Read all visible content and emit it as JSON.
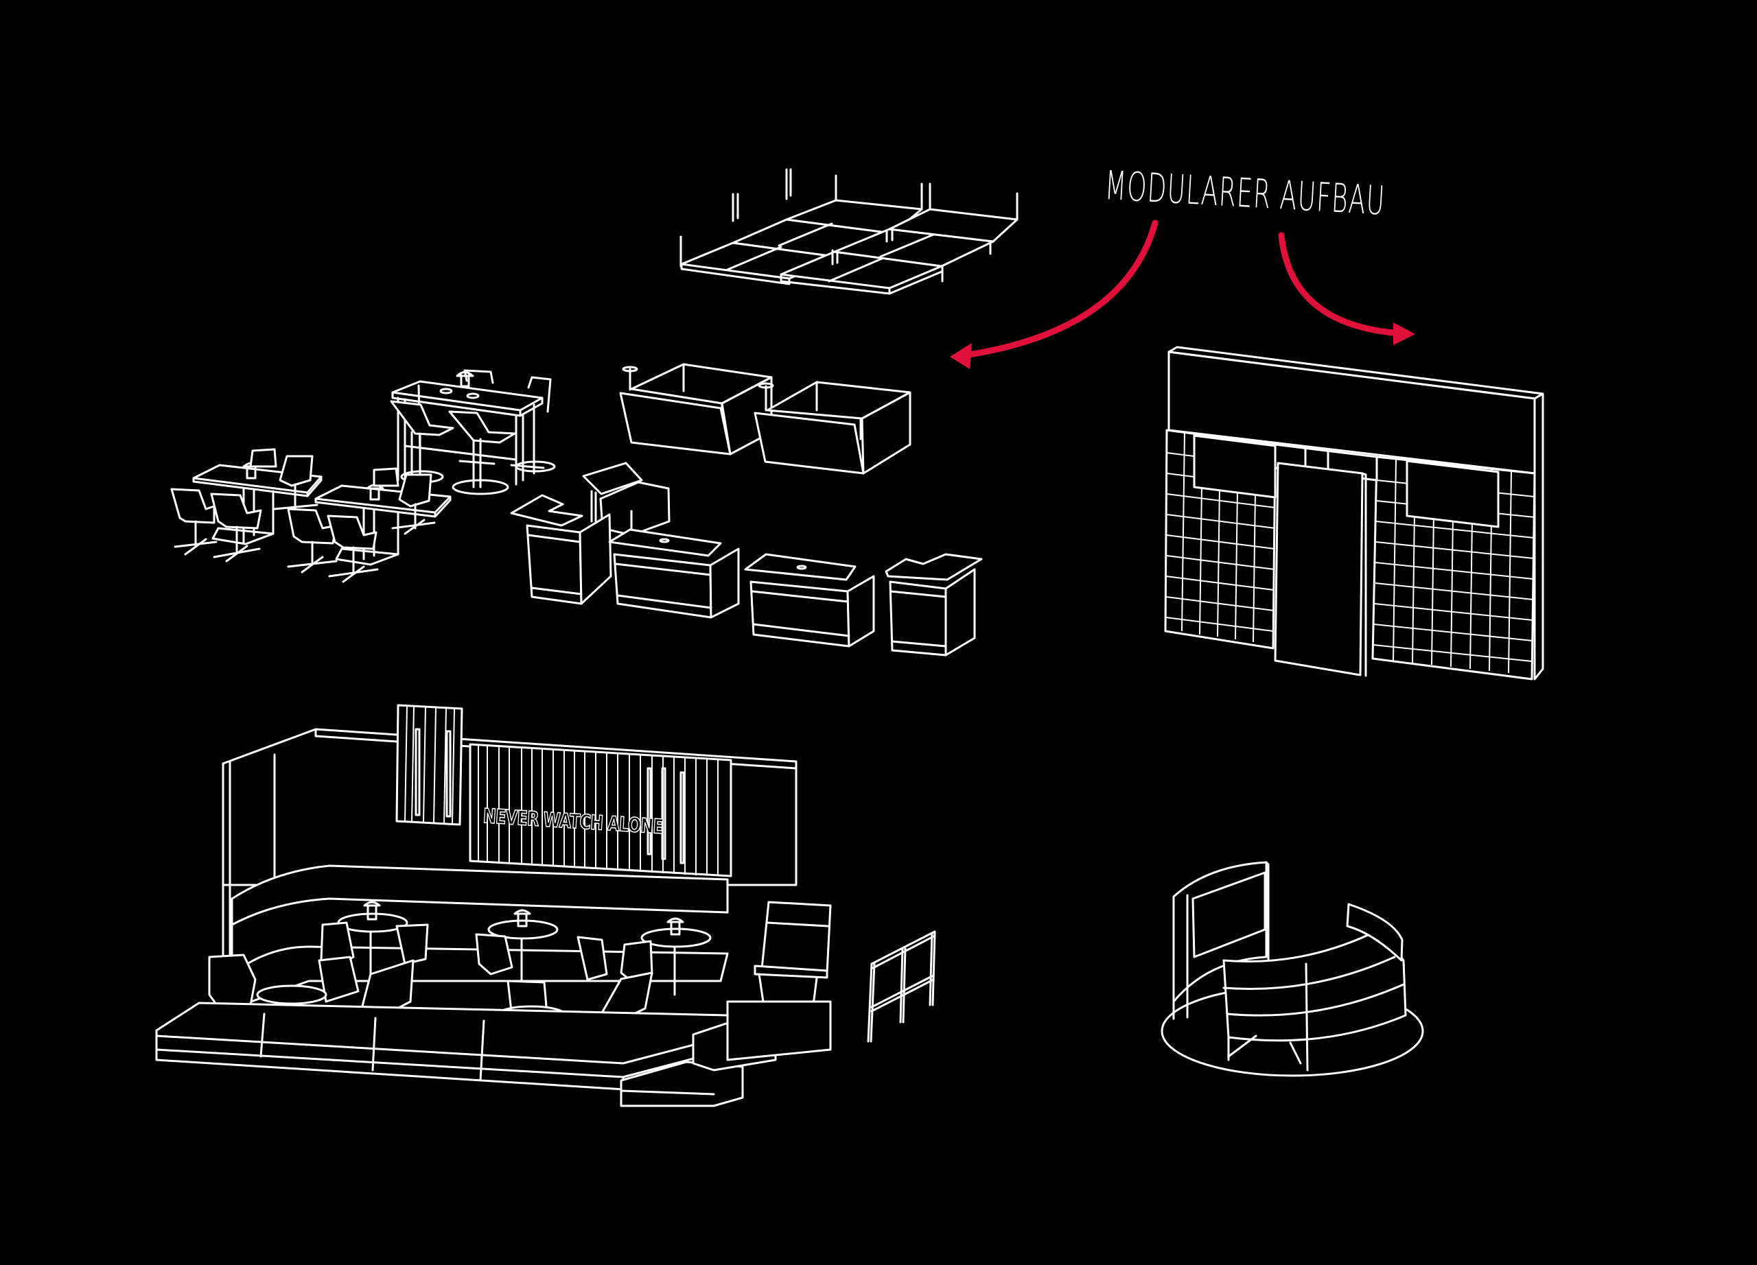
{
  "headline": {
    "text": "MODULARER AUFBAU",
    "color": "#ffffff"
  },
  "arrows": {
    "color": "#e0103a",
    "items": [
      {
        "name": "left-arrow",
        "direction": "down-left"
      },
      {
        "name": "right-arrow",
        "direction": "down-right"
      }
    ]
  },
  "modules": [
    {
      "name": "ceiling-grid",
      "label": "Ceiling panel grid"
    },
    {
      "name": "lounge-tables-chairs",
      "label": "Tables with swivel chairs"
    },
    {
      "name": "high-table-stools",
      "label": "High table with bar stools"
    },
    {
      "name": "hanging-boxes",
      "label": "Suspended box elements"
    },
    {
      "name": "counters",
      "label": "Counter / bar modules"
    },
    {
      "name": "grid-wall",
      "label": "Wall with grid panels and screens"
    },
    {
      "name": "lounge-stage",
      "label": "Lounge booth with stage"
    },
    {
      "name": "railing",
      "label": "Railing"
    },
    {
      "name": "round-booth",
      "label": "Round booth with screen"
    }
  ],
  "stage": {
    "slogan": "NEVER WATCH ALONE"
  },
  "colors": {
    "background": "#000000",
    "lines": "#ffffff",
    "accent": "#e0103a"
  }
}
